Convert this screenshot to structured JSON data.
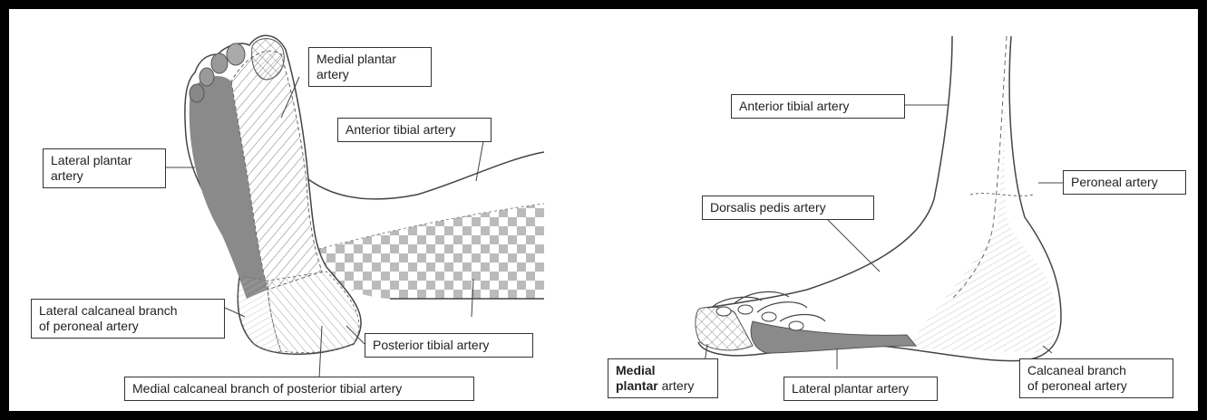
{
  "labels": {
    "medial_plantar_left_line1": "Medial plantar",
    "medial_plantar_left_line2": "artery",
    "anterior_tibial_left": "Anterior tibial artery",
    "lateral_plantar_left_line1": "Lateral plantar",
    "lateral_plantar_left_line2": "artery",
    "lateral_calcaneal_line1": "Lateral calcaneal branch",
    "lateral_calcaneal_line2": "of peroneal artery",
    "posterior_tibial": "Posterior tibial artery",
    "medial_calcaneal": "Medial calcaneal branch of posterior tibial artery",
    "anterior_tibial_right": "Anterior tibial artery",
    "peroneal": "Peroneal artery",
    "dorsalis_pedis": "Dorsalis pedis artery",
    "medial_plantar_right_bold1": "Medial",
    "medial_plantar_right_bold2": "plantar",
    "medial_plantar_right_rest": " artery",
    "lateral_plantar_right": "Lateral plantar artery",
    "calcaneal_branch_line1": "Calcaneal branch",
    "calcaneal_branch_line2": "of peroneal artery"
  },
  "colors": {
    "frame": "#000000",
    "paper": "#ffffff",
    "ink": "#333333",
    "lateral_plantar_shade": "#8a8a8a"
  }
}
